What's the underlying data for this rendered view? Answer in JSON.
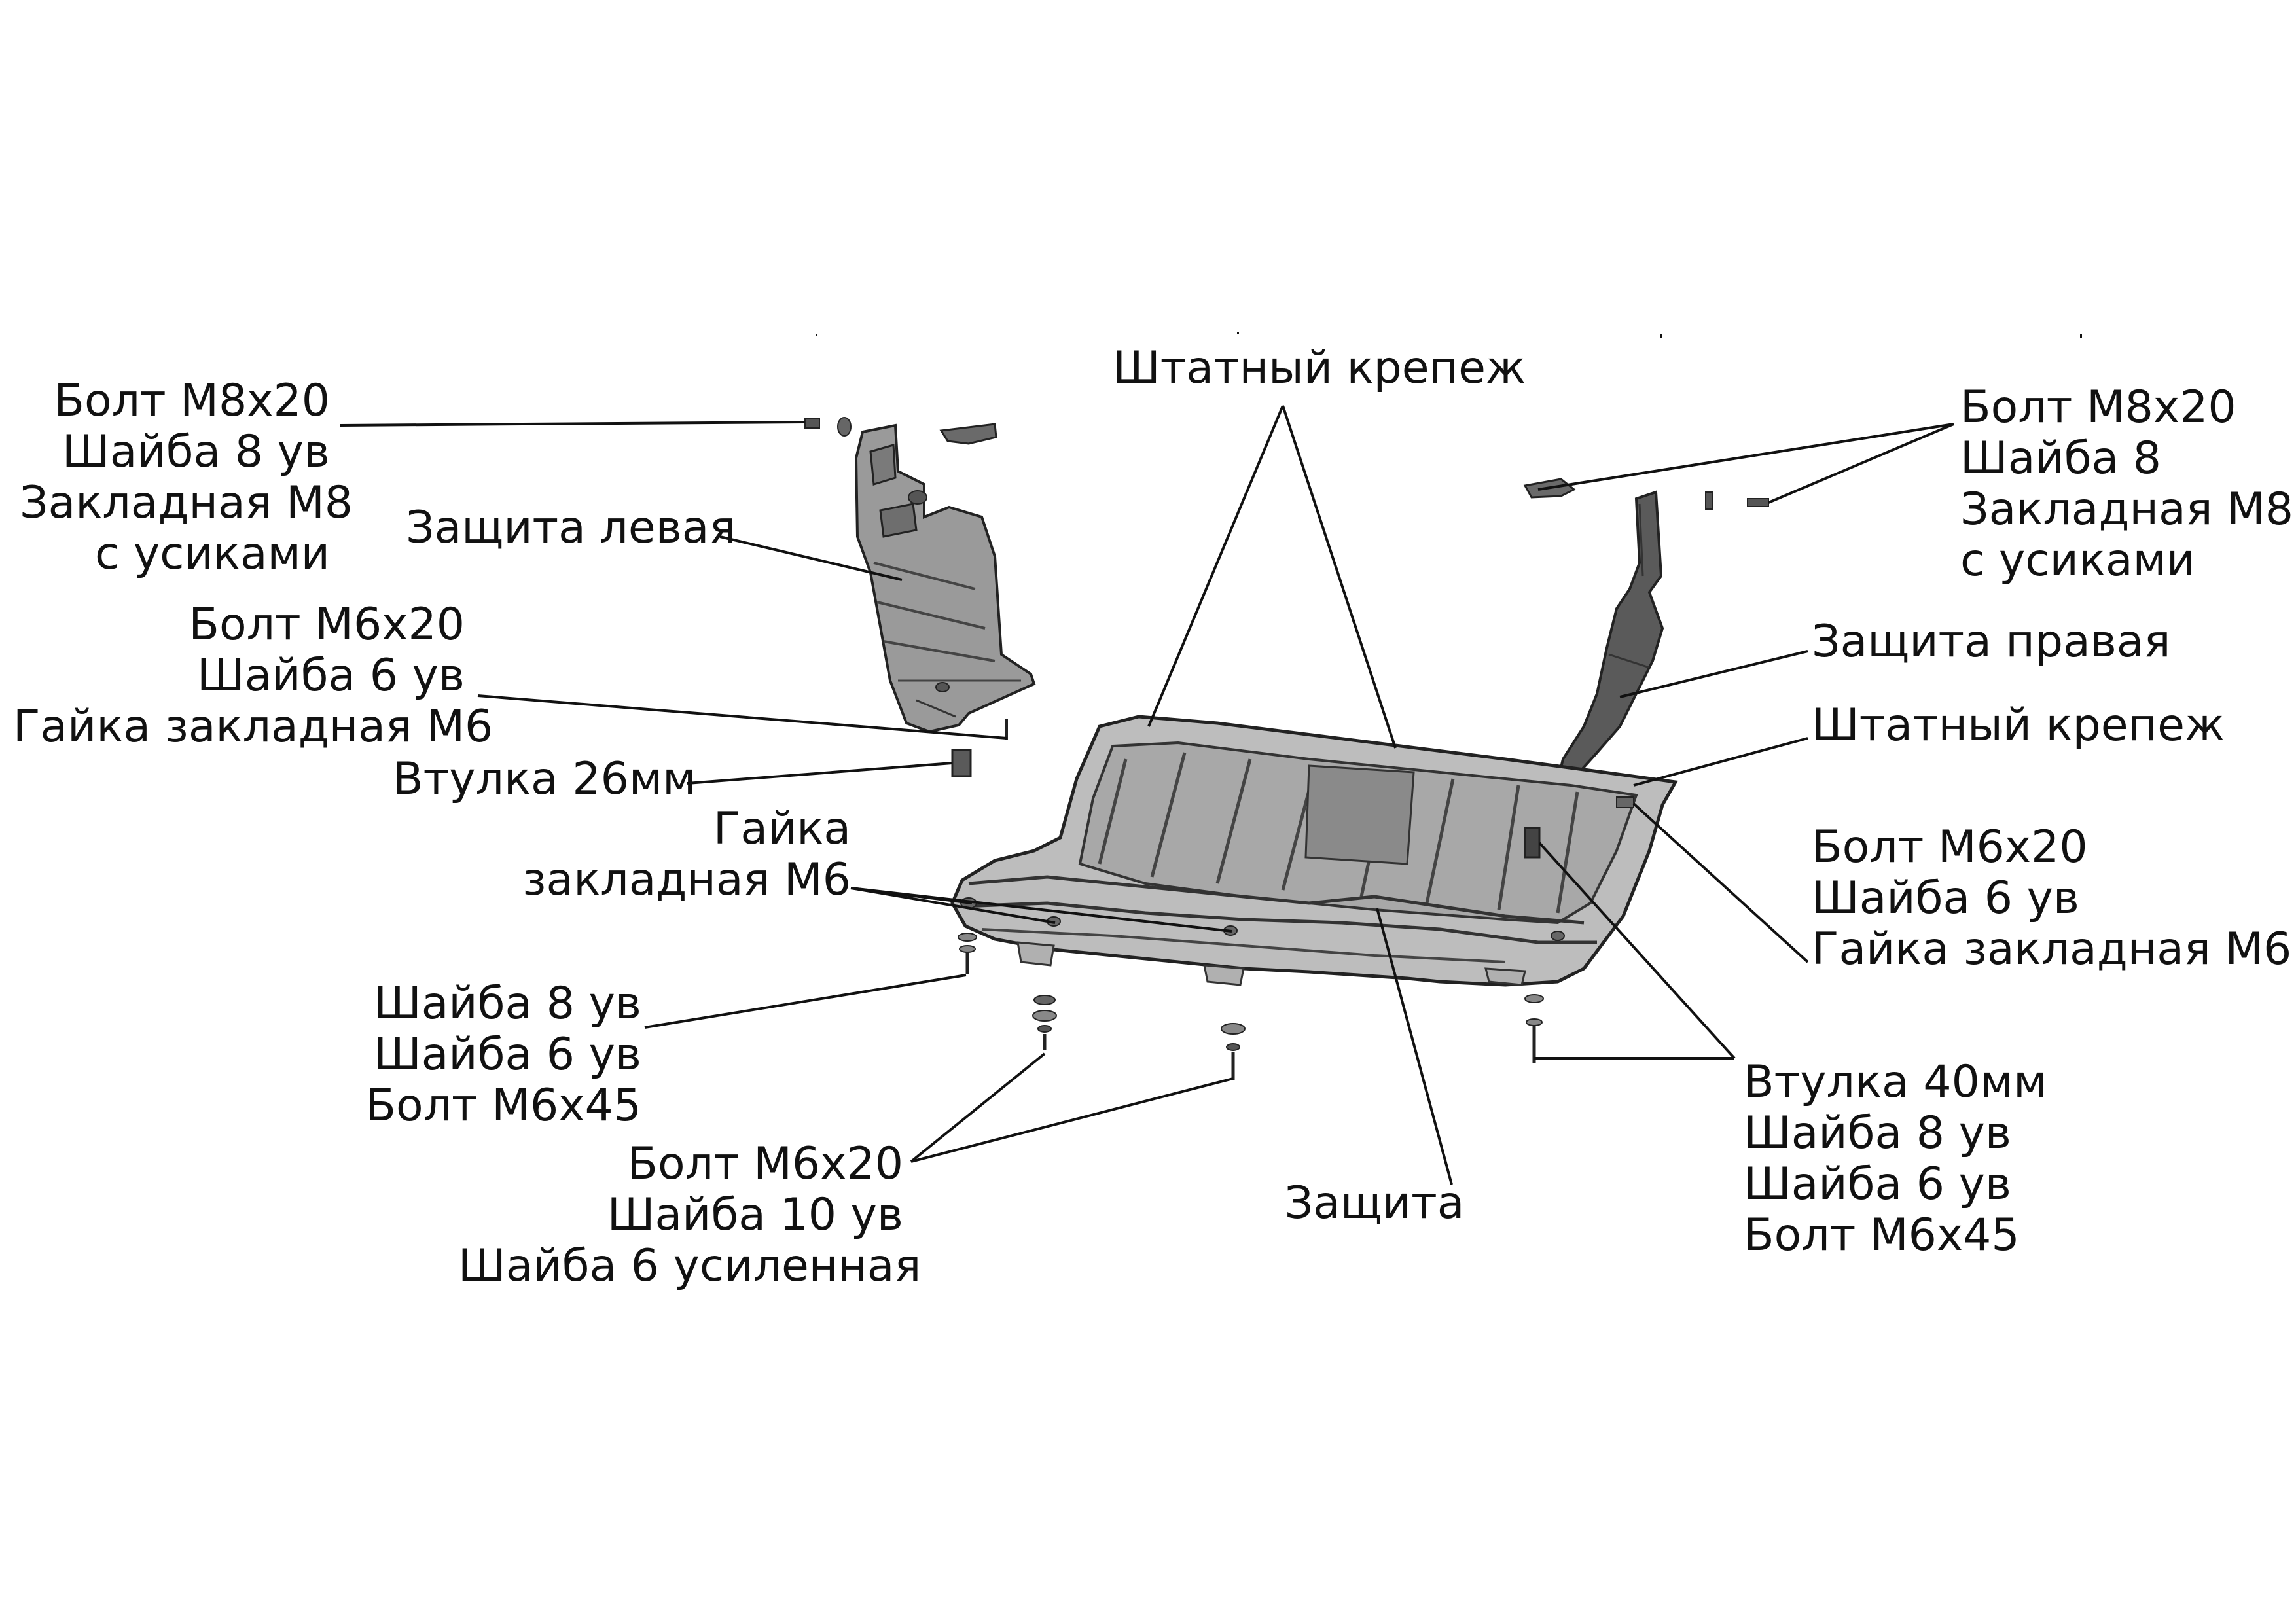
{
  "colors": {
    "line": "#111111",
    "part_fill": "#b4b4b4",
    "part_dark": "#5a5a5a",
    "part_edge": "#222222",
    "background": "#ffffff"
  },
  "labels": {
    "top_left_fasteners": [
      "Болт М8х20",
      "Шайба 8 ув",
      "Закладная М8",
      "с усиками"
    ],
    "left_guard": "Защита левая",
    "left_bolt_group": [
      "Болт М6х20",
      "Шайба 6 ув",
      "Гайка закладная М6"
    ],
    "bushing_26": "Втулка 26мм",
    "embedded_nut": [
      "Гайка",
      "закладная М6"
    ],
    "bottom_left_group": [
      "Шайба 8 ув",
      "Шайба 6 ув",
      "Болт М6х45"
    ],
    "bottom_center_group": [
      "Болт М6х20",
      "Шайба 10 ув",
      "Шайба 6 усиленная"
    ],
    "standard_fastener_top": "Штатный крепеж",
    "main_guard": "Защита",
    "top_right_fasteners": [
      "Болт М8х20",
      "Шайба 8",
      "Закладная М8",
      "с усиками"
    ],
    "right_guard": "Защита правая",
    "standard_fastener_right": "Штатный крепеж",
    "right_bolt_group": [
      "Болт М6х20",
      "Шайба 6 ув",
      "Гайка закладная М6"
    ],
    "bottom_right_group": [
      "Втулка 40мм",
      "Шайба 8 ув",
      "Шайба 6 ув",
      "Болт М6х45"
    ]
  }
}
